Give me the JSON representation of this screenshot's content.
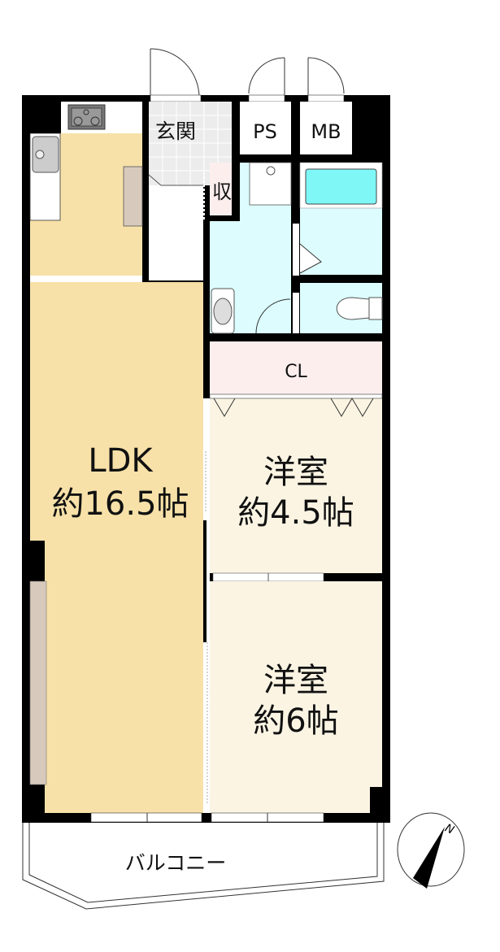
{
  "rooms": {
    "entrance": "玄関",
    "ps": "PS",
    "mb": "MB",
    "storage": "収",
    "closet": "CL",
    "ldk_name": "LDK",
    "ldk_size": "約16.5帖",
    "room1_name": "洋室",
    "room1_size": "約4.5帖",
    "room2_name": "洋室",
    "room2_size": "約6帖",
    "balcony": "バルコニー"
  },
  "compass": {
    "label": "N"
  },
  "colors": {
    "ldk": "#f7e1a8",
    "western_room": "#fbf4e3",
    "wet_area": "#dcfcfd",
    "bathtub": "#7ff7f7",
    "closet": "#fdeeee",
    "entrance": "#ececec",
    "wall": "#000000"
  }
}
